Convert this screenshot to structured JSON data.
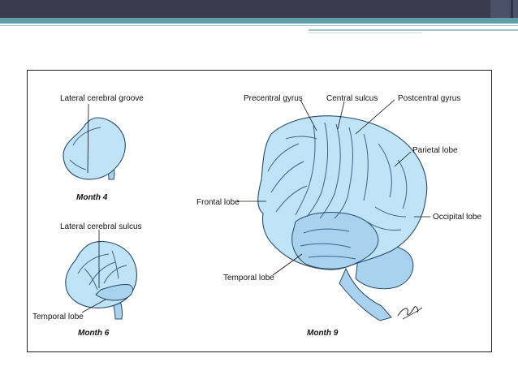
{
  "labels": {
    "lateral_cerebral_groove": "Lateral cerebral groove",
    "lateral_cerebral_sulcus": "Lateral cerebral sulcus",
    "temporal_lobe_m6": "Temporal lobe",
    "precentral_gyrus": "Precentral gyrus",
    "central_sulcus": "Central sulcus",
    "postcentral_gyrus": "Postcentral gyrus",
    "parietal_lobe": "Parietal lobe",
    "frontal_lobe": "Frontal lobe",
    "occipital_lobe": "Occipital lobe",
    "temporal_lobe_m9": "Temporal lobe"
  },
  "captions": {
    "month4": "Month 4",
    "month6": "Month 6",
    "month9": "Month 9"
  },
  "signature": "gyorgiesh",
  "colors": {
    "brain_fill": "#bfe3f7",
    "outline": "#2a4a6a",
    "header_bar": "#3b3b50",
    "teal_accent": "#5f9ea8"
  }
}
